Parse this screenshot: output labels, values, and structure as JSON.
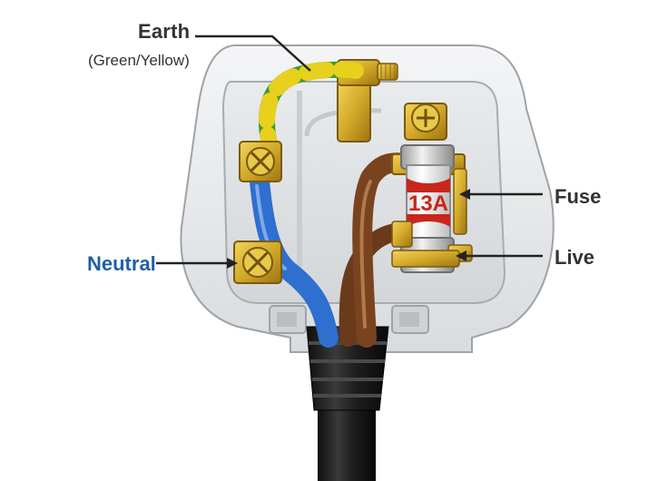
{
  "labels": {
    "earth": "Earth",
    "earth_colour": "(Green/Yellow)",
    "neutral": "Neutral",
    "fuse": "Fuse",
    "live": "Live",
    "fuse_rating": "13A"
  },
  "colors": {
    "earth_green": "#3f9b2f",
    "earth_yellow": "#e8d11c",
    "neutral_blue": "#2e6fd0",
    "live_brown": "#7a4320",
    "brass": "#d3a92a",
    "neutral_label": "#1f5fa6",
    "cable_black": "#1e1e1e",
    "plug_body": "#e3e5e7"
  }
}
